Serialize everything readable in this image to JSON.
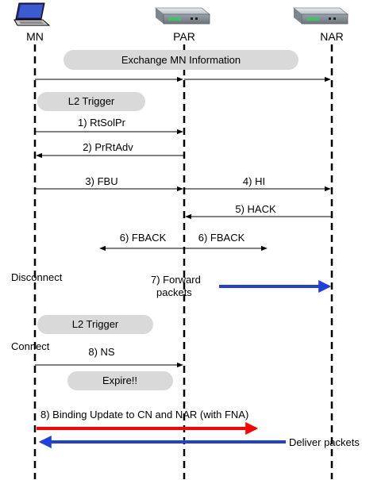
{
  "nodes": {
    "mn": "MN",
    "par": "PAR",
    "nar": "NAR"
  },
  "boxes": {
    "exchange": "Exchange MN Information",
    "l2_trigger_1": "L2 Trigger",
    "l2_trigger_2": "L2 Trigger",
    "expire": "Expire!!"
  },
  "messages": {
    "rtsolpr": "1) RtSolPr",
    "prrtadv": "2) PrRtAdv",
    "fbu": "3) FBU",
    "hi": "4) HI",
    "hack": "5) HACK",
    "fback_left": "6) FBACK",
    "fback_right": "6) FBACK",
    "forward_1": "7) Forward",
    "forward_2": "packets",
    "ns": "8) NS",
    "binding_update": "8) Binding Update to CN and NAR (with FNA)",
    "deliver": "Deliver packets"
  },
  "events": {
    "disconnect": "Disconnect",
    "connect": "Connect"
  },
  "colors": {
    "forward_arrow": "#1f3fe0",
    "binding_arrow": "#ff0000",
    "deliver_arrow": "#1f3fe0",
    "box_fill": "#d9d9d9"
  },
  "icons": {
    "mn": "laptop-icon",
    "par": "router-icon",
    "nar": "router-icon"
  }
}
